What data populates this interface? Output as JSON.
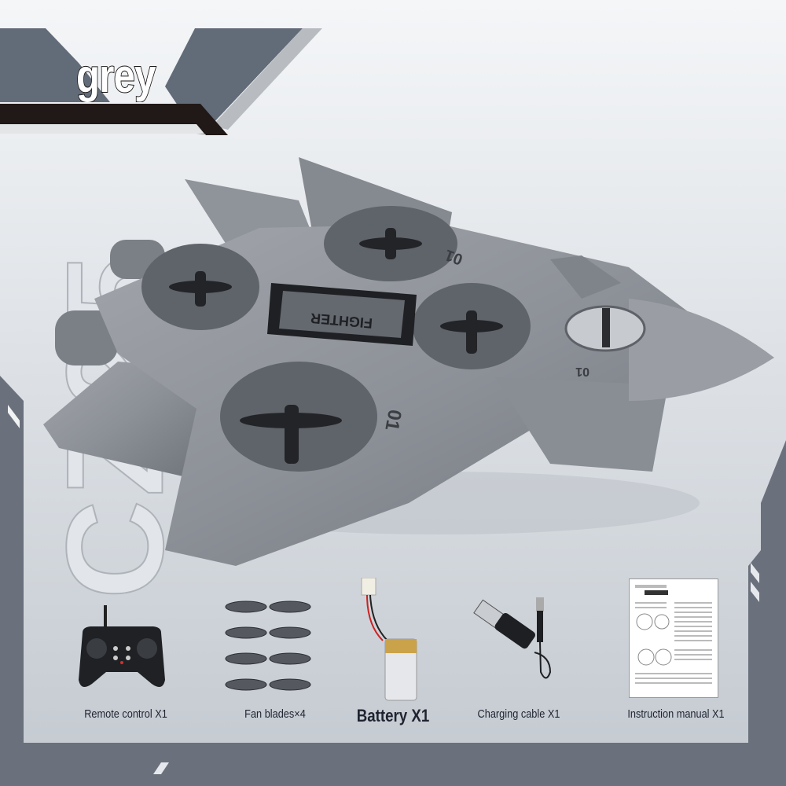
{
  "header": {
    "color_name": "grey"
  },
  "watermark": {
    "text": "CZ25"
  },
  "product": {
    "plate_text": "FIGHTER",
    "number_marking": "01"
  },
  "accessories": [
    {
      "label": "Remote control X1",
      "icon": "remote-control-icon"
    },
    {
      "label": "Fan blades×4",
      "icon": "propeller-icon"
    },
    {
      "label": "Battery X1",
      "icon": "battery-icon"
    },
    {
      "label": "Charging cable X1",
      "icon": "usb-cable-icon"
    },
    {
      "label": "Instruction manual X1",
      "icon": "manual-icon"
    }
  ],
  "colors": {
    "frame": "#6b717c",
    "panel": "#d7dbe0",
    "banner_dark": "#211917",
    "banner_slate": "#626b78",
    "body": "#8d9097"
  }
}
